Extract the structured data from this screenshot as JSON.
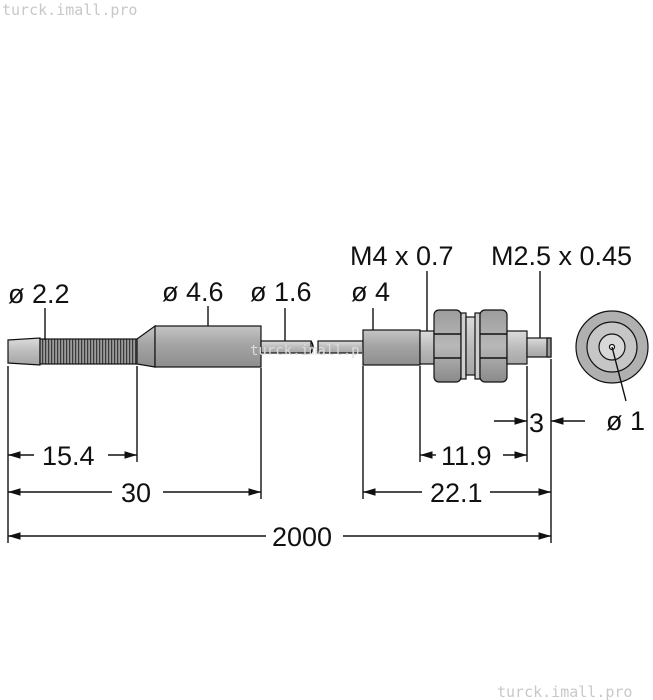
{
  "watermarks": {
    "top_left": "turck.imall.pro",
    "middle": "turck.imall.pro",
    "bottom_right": "turck.imall.pro"
  },
  "labels": {
    "dia_tip": "ø 2.2",
    "dia_sleeve": "ø 4.6",
    "dia_cable": "ø 1.6",
    "dia_head": "ø 4",
    "thread_nut": "M4 x 0.7",
    "thread_end": "M2.5 x 0.45",
    "dia_fiber": "ø 1"
  },
  "dimensions": {
    "tip_length": "15.4",
    "sleeve_length": "30",
    "head_length": "11.9",
    "end_length": "3",
    "sensor_length": "22.1",
    "total_length": "2000"
  },
  "colors": {
    "body_gray": "#a8a8a8",
    "light_gray": "#d0d0d0",
    "line": "#111111"
  }
}
